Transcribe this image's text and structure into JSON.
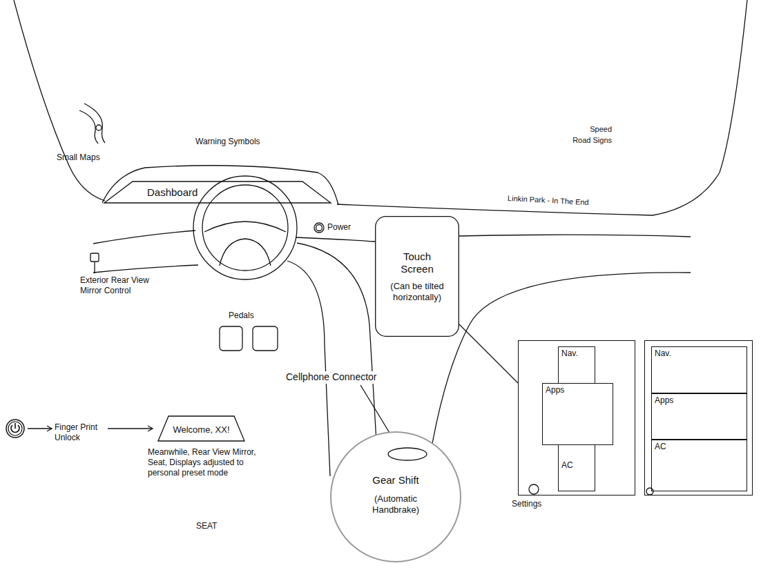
{
  "diagram": {
    "nodes": [
      {
        "text": [
          "Dashboard"
        ]
      },
      {
        "text": [
          "Touch Screen",
          "(Can be tilted horizontally)"
        ]
      },
      {
        "text": [
          "Welcome, XX!"
        ]
      },
      {
        "text": [
          "Gear Shift",
          "(Automatic Handbrake)"
        ]
      },
      {
        "text": [
          "Settings"
        ]
      },
      {
        "text": [
          "Nav."
        ],
        "in": 4
      },
      {
        "text": [
          "Apps"
        ],
        "in": 4
      },
      {
        "text": [
          "AC"
        ],
        "in": 4
      },
      {
        "text": []
      },
      {
        "text": [
          "Nav."
        ],
        "in": 8
      },
      {
        "text": [
          "Apps"
        ],
        "in": 8
      },
      {
        "text": [
          "AC"
        ],
        "in": 8
      }
    ],
    "edges": [
      {
        "from": 1,
        "to": 4,
        "arrow": "none"
      }
    ],
    "labels": [
      "Small Maps",
      "Warning Symbols",
      "Speed",
      "Road Signs",
      "Linkin Park - In The End",
      "Power",
      "Exterior Rear View Mirror Control",
      "Pedals",
      "Finger Print Unlock",
      "Meanwhile, Rear View Mirror, Seat, Displays adjusted to personal preset mode",
      "Cellphone Connector",
      "SEAT"
    ]
  }
}
